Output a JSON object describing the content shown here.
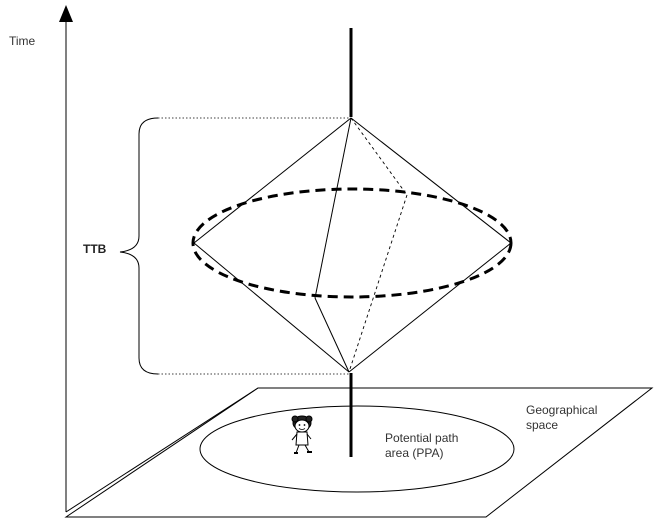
{
  "labels": {
    "time_axis": "Time",
    "ttb": "TTB",
    "geographical_space_line1": "Geographical",
    "geographical_space_line2": "space",
    "ppa_line1": "Potential path",
    "ppa_line2": "area (PPA)"
  },
  "icons": {
    "person": "walking-child-icon"
  }
}
